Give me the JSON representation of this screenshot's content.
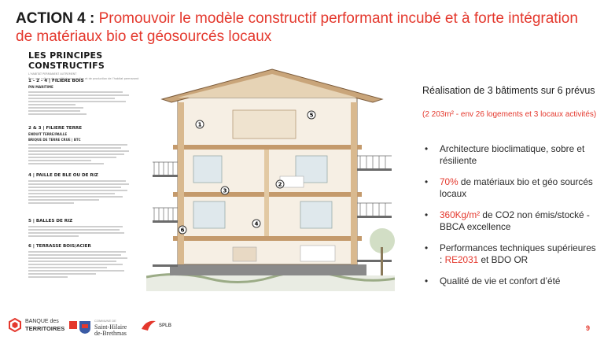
{
  "title": {
    "lead": "ACTION 4 :",
    "rest": "Promouvoir le modèle constructif performant incubé et à forte intégration de matériaux bio et géosourcés locaux"
  },
  "principles": {
    "title": "LES PRINCIPES CONSTRUCTIFS",
    "subtitle_1": "L’HABITAT PERMANENT AUTREMENT",
    "subtitle_2": "Pour une culture de qualité de conception et de production de l’habitat permanent",
    "sections": [
      {
        "head": "1 - 2 - 4 | FILIERE BOIS",
        "sub": "PIN MARITIME"
      },
      {
        "head": "2 & 3 | FILIERE TERRE",
        "sub": "ENDUIT TERRE/PAILLE",
        "sub2": "BRIQUE DE TERRE CRUE | BTC"
      },
      {
        "head": "4 | PAILLE DE BLE OU DE RIZ",
        "sub": ""
      },
      {
        "head": "5 | BALLES DE RIZ",
        "sub": ""
      },
      {
        "head": "6 | TERRASSE BOIS/ACIER",
        "sub": ""
      }
    ]
  },
  "building_markers": [
    "1",
    "2",
    "3",
    "4",
    "5",
    "6"
  ],
  "realisation": {
    "text": "Réalisation de 3 bâtiments sur 6 prévus",
    "note": "(2 203m² - env 26 logements et 3 locaux activités)"
  },
  "bullets": [
    {
      "text": "Architecture bioclimatique, sobre et résiliente"
    },
    {
      "highlight": "70%",
      "text": " de matériaux bio et géo sourcés locaux"
    },
    {
      "highlight": "360Kg/m²",
      "text": " de CO2 non émis/stocké - BBCA excellence"
    },
    {
      "prefix": "Performances techniques supérieures : ",
      "highlight": "RE2031",
      "text": " et BDO OR"
    },
    {
      "text": "Qualité de vie et confort d’été"
    }
  ],
  "footer": {
    "logo1_line1": "BANQUE des",
    "logo1_line2": "TERRITOIRES",
    "logo2_small": "COMMUNE DE",
    "logo2_line1": "Saint-Hilaire",
    "logo2_line2": "de-Brethmas",
    "logo3": "SPLB",
    "page_number": "9"
  },
  "colors": {
    "accent": "#e4382d",
    "text": "#1e1e1e"
  }
}
